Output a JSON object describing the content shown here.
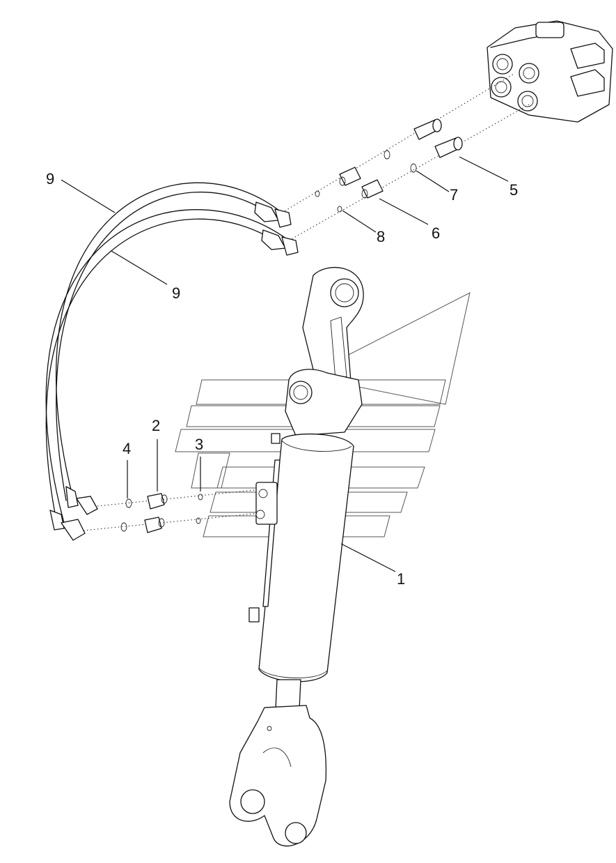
{
  "callouts": {
    "c1": "1",
    "c2": "2",
    "c3": "3",
    "c4": "4",
    "c5": "5",
    "c6": "6",
    "c7": "7",
    "c8": "8",
    "c9a": "9",
    "c9b": "9"
  }
}
